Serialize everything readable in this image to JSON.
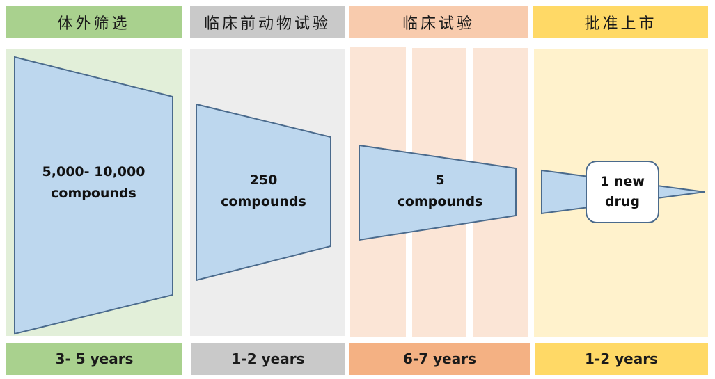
{
  "stages": [
    {
      "id": "in-vitro-screening",
      "title": "体外筛选",
      "duration": "3- 5 years",
      "header_color": "#a9d18e",
      "panel_color": "#e2efd9",
      "footer_color": "#a9d18e",
      "funnel_text_line1": "5,000- 10,000",
      "funnel_text_line2": "compounds"
    },
    {
      "id": "preclinical-animal-testing",
      "title": "临床前动物试验",
      "duration": "1-2 years",
      "header_color": "#c9c9c9",
      "panel_color": "#ededed",
      "footer_color": "#c9c9c9",
      "funnel_text_line1": "250",
      "funnel_text_line2": "compounds"
    },
    {
      "id": "clinical-trials",
      "title": "临床试验",
      "duration": "6-7 years",
      "header_color": "#f8cbad",
      "panel_color": "#fbe5d6",
      "footer_color": "#f4b183",
      "funnel_text_line1": "5",
      "funnel_text_line2": "compounds",
      "sub_phases": 3
    },
    {
      "id": "approval-to-market",
      "title": "批准上市",
      "duration": "1-2 years",
      "header_color": "#ffd966",
      "panel_color": "#fff2cc",
      "footer_color": "#ffd966",
      "funnel_text_line1": "1 new",
      "funnel_text_line2": "drug"
    }
  ],
  "colors": {
    "funnel_fill": "#bdd7ee",
    "funnel_stroke": "#4a6a8c",
    "text": "#111111",
    "background": "#ffffff"
  }
}
